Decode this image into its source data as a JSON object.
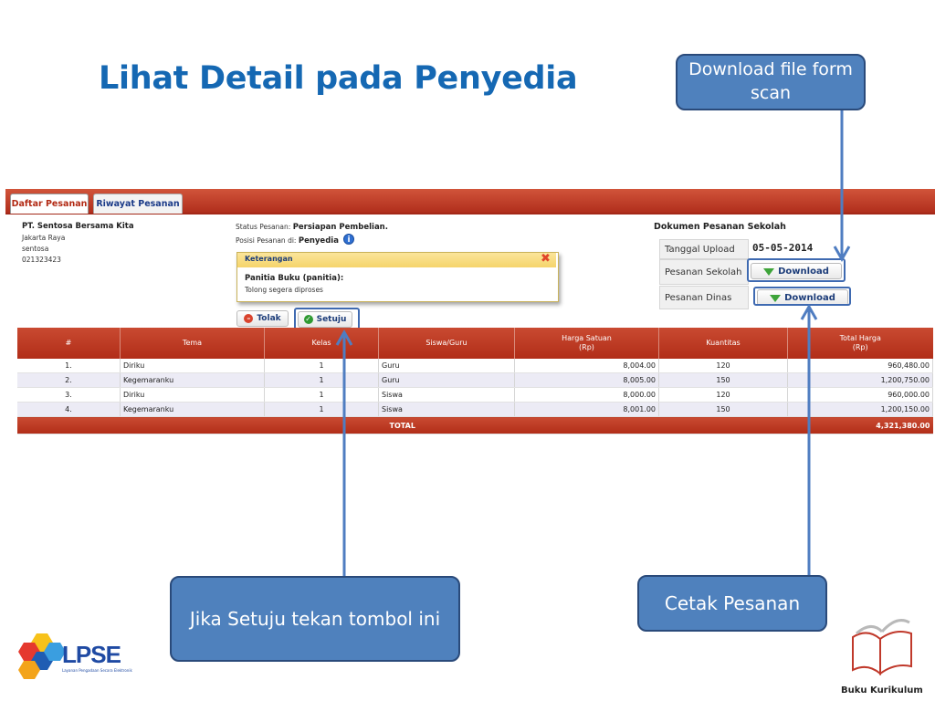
{
  "slide": {
    "title": "Lihat Detail pada Penyedia",
    "callouts": {
      "download": "Download file form scan",
      "setuju": "Jika Setuju tekan tombol ini",
      "cetak": "Cetak Pesanan"
    },
    "footer": {
      "logo_text": "LPSE",
      "logo_subtext": "Layanan Pengadaan Secara Elektronik",
      "book_label": "Buku Kurikulum"
    }
  },
  "app": {
    "tabs": [
      {
        "label": "Daftar Pesanan",
        "active": true
      },
      {
        "label": "Riwayat Pesanan",
        "active": false
      }
    ],
    "vendor": {
      "name": "PT. Sentosa Bersama Kita",
      "address": "Jakarta Raya",
      "user": "sentosa",
      "phone": "021323423"
    },
    "status": {
      "label": "Status Pesanan:",
      "value": "Persiapan Pembelian.",
      "posisi_label": "Posisi Pesanan di:",
      "posisi_value": "Penyedia"
    },
    "keterangan": {
      "title": "Keterangan",
      "from": "Panitia Buku (panitia):",
      "message": "Tolong segera diproses"
    },
    "actions": {
      "tolak": "Tolak",
      "setuju": "Setuju"
    },
    "dokumen": {
      "title": "Dokumen Pesanan Sekolah",
      "tanggal_label": "Tanggal Upload",
      "tanggal_value": "05-05-2014",
      "sekolah_label": "Pesanan Sekolah",
      "dinas_label": "Pesanan Dinas",
      "download_label": "Download"
    },
    "table": {
      "headers": [
        "#",
        "Tema",
        "Kelas",
        "Siswa/Guru",
        "Harga Satuan\n(Rp)",
        "Kuantitas",
        "Total Harga\n(Rp)"
      ],
      "rows": [
        [
          "1.",
          "Diriku",
          "1",
          "Guru",
          "8,004.00",
          "120",
          "960,480.00"
        ],
        [
          "2.",
          "Kegemaranku",
          "1",
          "Guru",
          "8,005.00",
          "150",
          "1,200,750.00"
        ],
        [
          "3.",
          "Diriku",
          "1",
          "Siswa",
          "8,000.00",
          "120",
          "960,000.00"
        ],
        [
          "4.",
          "Kegemaranku",
          "1",
          "Siswa",
          "8,001.00",
          "150",
          "1,200,150.00"
        ]
      ],
      "total_label": "TOTAL",
      "total_value": "4,321,380.00"
    }
  },
  "colors": {
    "title": "#1568b3",
    "callout_fill": "#4f81bd",
    "header_red": "#b12d18",
    "arrow_blue": "#4f7dc1"
  }
}
